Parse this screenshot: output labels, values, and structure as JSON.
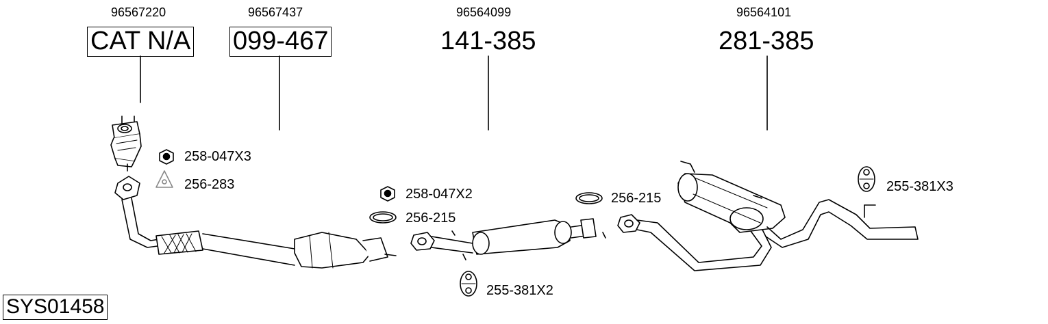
{
  "oem_numbers": [
    "96567220",
    "96567437",
    "96564099",
    "96564101"
  ],
  "part_numbers": [
    "CAT N/A",
    "099-467",
    "141-385",
    "281-385"
  ],
  "accessories": {
    "nut_1": "258-047X3",
    "gasket_1": "256-283",
    "nut_2": "258-047X2",
    "gasket_2": "256-215",
    "gasket_3": "256-215",
    "hanger_1": "255-381X3",
    "hanger_2": "255-381X2"
  },
  "system_code": "SYS01458"
}
